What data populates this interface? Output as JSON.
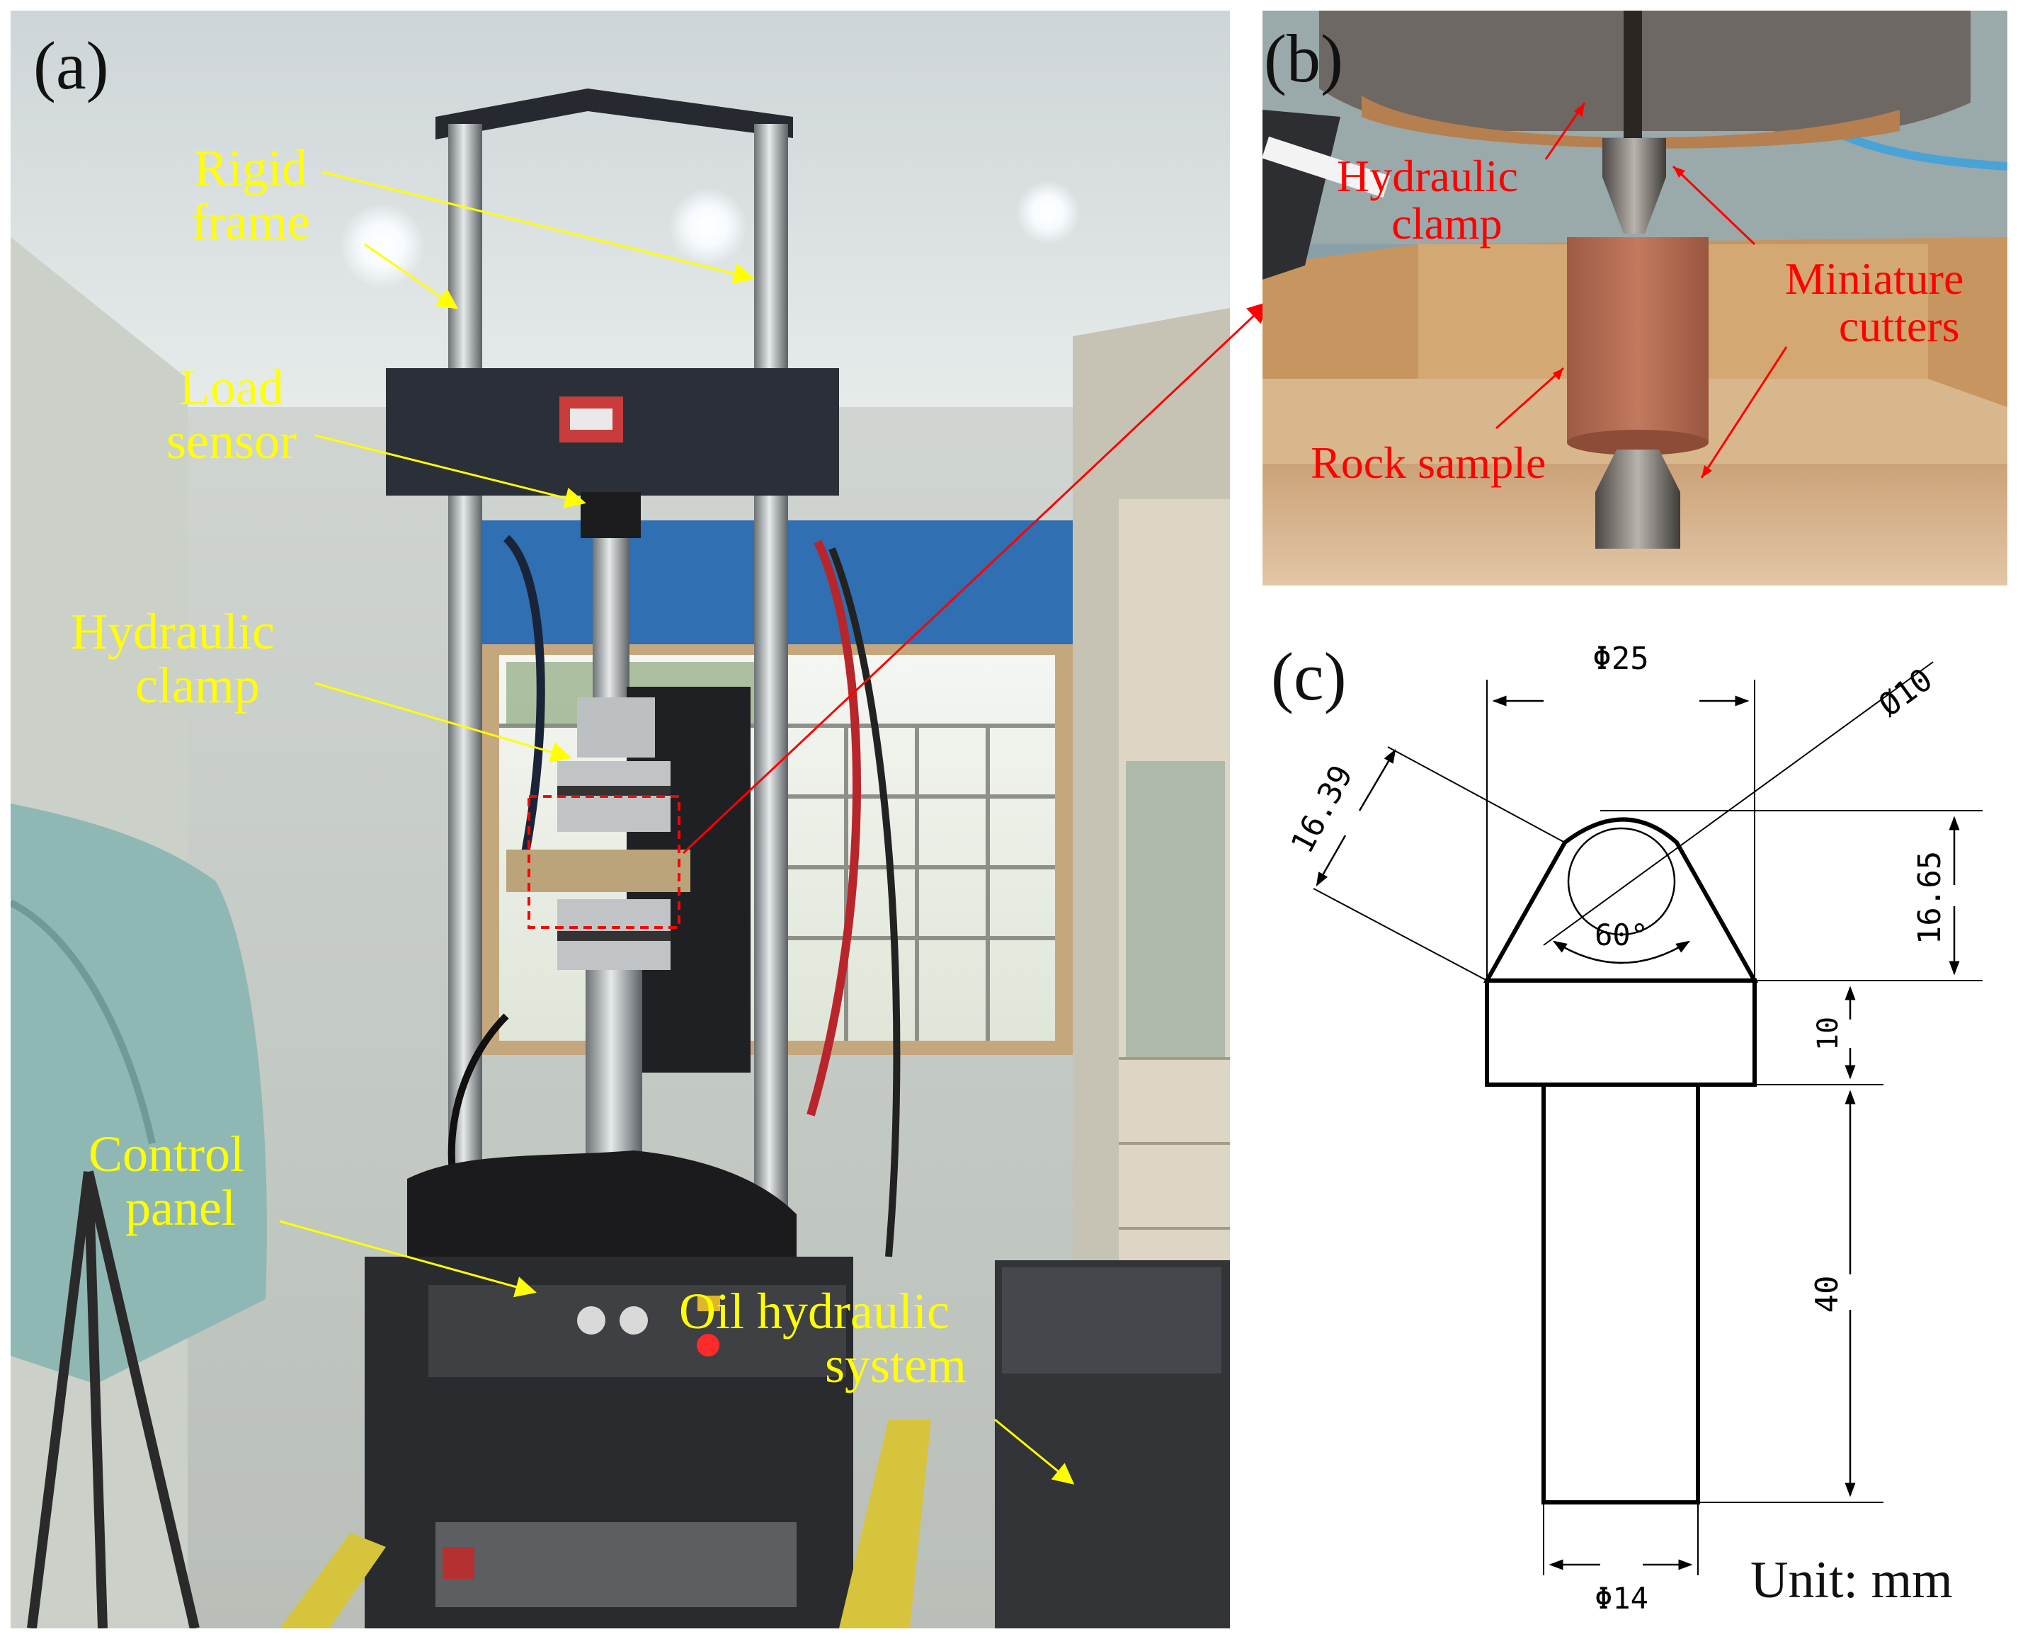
{
  "panels": {
    "a": {
      "label": "(a)",
      "callouts": {
        "rigid_frame": [
          "Rigid",
          "frame"
        ],
        "load_sensor": [
          "Load",
          "sensor"
        ],
        "hydraulic_clamp": [
          "Hydraulic",
          "clamp"
        ],
        "control_panel": [
          "Control",
          "panel"
        ],
        "oil_system": [
          "Oil hydraulic",
          "system"
        ]
      },
      "colors": {
        "callout": "#ffff00",
        "highlight": "#ff0000"
      }
    },
    "b": {
      "label": "(b)",
      "callouts": {
        "hydraulic_clamp": [
          "Hydraulic",
          "clamp"
        ],
        "miniature_cutters": [
          "Miniature",
          "cutters"
        ],
        "rock_sample": "Rock sample"
      },
      "colors": {
        "callout": "#ff0000",
        "rock": "#b56a4e"
      }
    },
    "c": {
      "label": "(c)",
      "dimensions": {
        "top_diameter": "Φ25",
        "tip_diameter": "Ø10",
        "slant_length": "16.39",
        "cone_height": "16.65",
        "angle": "60°",
        "collar_height": "10",
        "shank_length": "40",
        "shank_diameter": "Φ14"
      },
      "unit": "Unit: mm"
    }
  }
}
